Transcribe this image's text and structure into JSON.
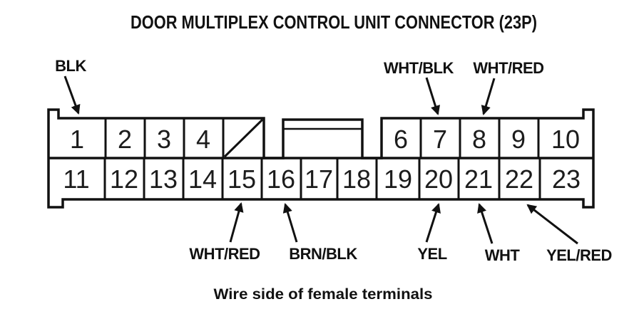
{
  "title": "DOOR MULTIPLEX CONTROL UNIT CONNECTOR (23P)",
  "caption": "Wire side of female terminals",
  "connector": {
    "top_pins": [
      "1",
      "2",
      "3",
      "4",
      "6",
      "7",
      "8",
      "9",
      "10"
    ],
    "bottom_pins": [
      "11",
      "12",
      "13",
      "14",
      "15",
      "16",
      "17",
      "18",
      "19",
      "20",
      "21",
      "22",
      "23"
    ],
    "wire_labels_top": [
      {
        "label": "BLK",
        "pin": "1"
      },
      {
        "label": "WHT/BLK",
        "pin": "7"
      },
      {
        "label": "WHT/RED",
        "pin": "8"
      }
    ],
    "wire_labels_bottom": [
      {
        "label": "WHT/RED",
        "pin": "15"
      },
      {
        "label": "BRN/BLK",
        "pin": "16"
      },
      {
        "label": "YEL",
        "pin": "20"
      },
      {
        "label": "WHT",
        "pin": "21"
      },
      {
        "label": "YEL/RED",
        "pin": "22"
      }
    ],
    "marks": {
      "blank_cavity_slash": "diagonal-slash",
      "keyway_tab": "blank-rectangle"
    }
  },
  "colors": {
    "line": "#111111",
    "background": "#ffffff",
    "text": "#111111"
  }
}
